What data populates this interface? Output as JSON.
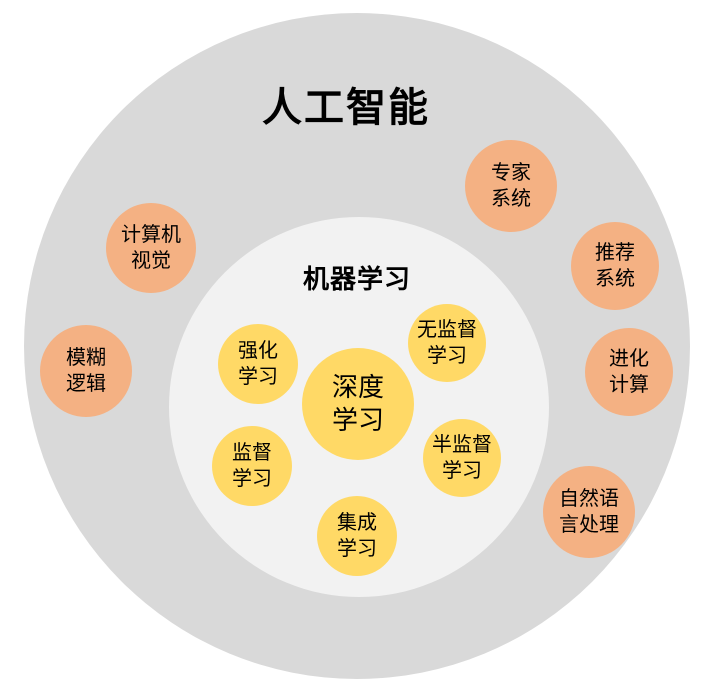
{
  "diagram": {
    "outer": {
      "label": "人工智能"
    },
    "inner": {
      "label": "机器学习"
    },
    "center": {
      "label": "深度\n学习"
    },
    "ml_nodes": [
      {
        "id": "reinforcement-learning",
        "label": "强化\n学习"
      },
      {
        "id": "unsupervised-learning",
        "label": "无监督\n学习"
      },
      {
        "id": "supervised-learning",
        "label": "监督\n学习"
      },
      {
        "id": "semi-supervised-learning",
        "label": "半监督\n学习"
      },
      {
        "id": "ensemble-learning",
        "label": "集成\n学习"
      }
    ],
    "ai_nodes": [
      {
        "id": "computer-vision",
        "label": "计算机\n视觉"
      },
      {
        "id": "expert-systems",
        "label": "专家\n系统"
      },
      {
        "id": "recommender-systems",
        "label": "推荐\n系统"
      },
      {
        "id": "evolutionary-computation",
        "label": "进化\n计算"
      },
      {
        "id": "natural-language-processing",
        "label": "自然语\n言处理"
      },
      {
        "id": "fuzzy-logic",
        "label": "模糊\n逻辑"
      }
    ],
    "colors": {
      "outer_circle": "#d9d9d9",
      "inner_circle": "#f2f2f2",
      "ml_node": "#ffd966",
      "ai_node": "#f4b183",
      "text": "#000000",
      "background": "#ffffff"
    }
  }
}
